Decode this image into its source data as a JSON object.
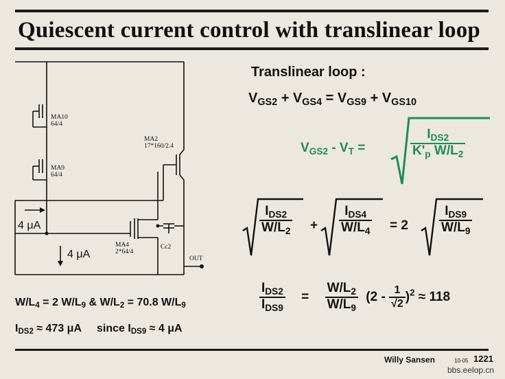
{
  "title": "Quiescent current control with translinear loop",
  "loop_heading": "Translinear loop :",
  "eq1": {
    "v": "V",
    "s1": "GS2",
    "p1": " + V",
    "s2": "GS4",
    "p2": " = V",
    "s3": "GS9",
    "p3": " + V",
    "s4": "GS10"
  },
  "eq2": {
    "v": "V",
    "s1": "GS2",
    "p1": " - V",
    "s2": "T",
    "p2": " =",
    "num": "I",
    "num_sub": "DS2",
    "den": "K'",
    "den_sub": "p",
    "den2": " W/L",
    "den2_sub": "2"
  },
  "eq3": {
    "n1": "I",
    "n1s": "DS2",
    "d1": "W/L",
    "d1s": "2",
    "plus": "+",
    "n2": "I",
    "n2s": "DS4",
    "d2": "W/L",
    "d2s": "4",
    "eqtwo": "= 2",
    "n3": "I",
    "n3s": "DS9",
    "d3": "W/L",
    "d3s": "9"
  },
  "eq4": {
    "n1": "I",
    "n1s": "DS2",
    "d1": "I",
    "d1s": "DS9",
    "eq": "=",
    "n2": "W/L",
    "n2s": "2",
    "d2": "W/L",
    "d2s": "9",
    "open": "(2 -",
    "fn": "1",
    "fd": "√2",
    "close": ")",
    "sq": "2",
    "approx": " ≈ 118"
  },
  "bottom1": {
    "a": "W/L",
    "as": "4",
    "b": " = 2 W/L",
    "bs": "9",
    "c": " & W/L",
    "cs": "2",
    "d": " = 70.8 W/L",
    "ds": "9"
  },
  "bottom2": {
    "a": "I",
    "as": "DS2",
    "b": " ≈ 473 μA",
    "c": "since I",
    "cs": "DS9",
    "d": " ≈ 4 μA"
  },
  "circuit": {
    "ma10": "MA10",
    "ma10_size": "64/4",
    "ma9": "MA9",
    "ma9_size": "64/4",
    "ma2": "MA2",
    "ma2_size": "17*160/2.4",
    "ma4": "MA4",
    "ma4_size": "2*64/4",
    "cc2": "Cc2",
    "out": "OUT",
    "i_in": "4 μA",
    "i_out": "4 μA"
  },
  "footer": {
    "author": "Willy Sansen",
    "code": "10-05",
    "page": "1221",
    "site": "bbs.eelop.cn"
  }
}
